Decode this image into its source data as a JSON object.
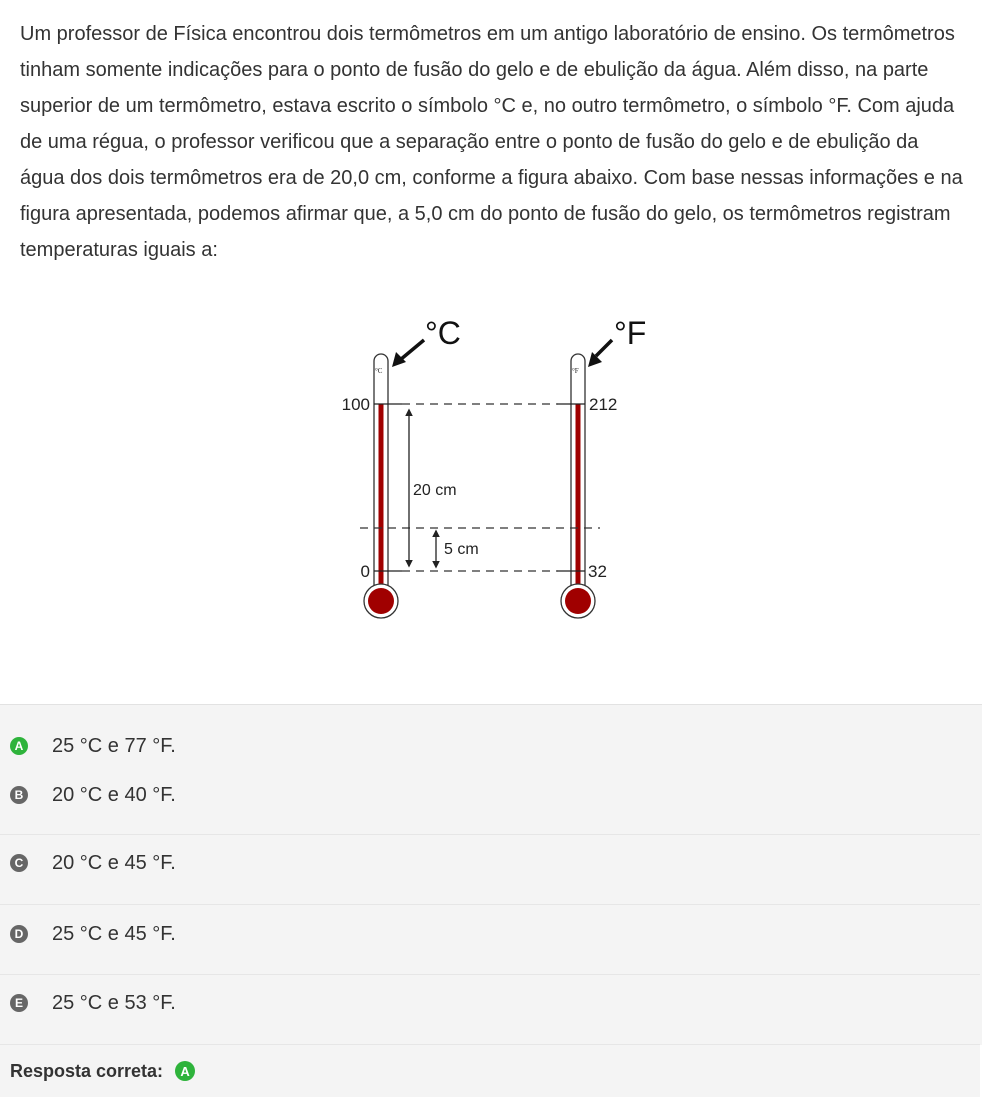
{
  "question": {
    "text": "Um professor de Física encontrou dois termômetros em um antigo laboratório de ensino. Os termômetros tinham somente indicações para o ponto de fusão do gelo e de ebulição da água. Além disso, na parte superior de um termômetro, estava escrito o símbolo °C e, no outro termômetro, o símbolo °F. Com ajuda de uma régua, o professor verificou que a separação entre o ponto de fusão do gelo e de ebulição da água dos dois termômetros era de 20,0 cm, conforme a figura abaixo. Com base nessas informações e na figura apresentada, podemos afirmar que, a 5,0 cm do ponto de fusão do gelo, os termômetros registram temperaturas iguais a:"
  },
  "figure": {
    "celsius_label": "°C",
    "fahrenheit_label": "°F",
    "celsius_small_label": "°C",
    "fahrenheit_small_label": "°F",
    "celsius_top": "100",
    "celsius_bottom": "0",
    "fahrenheit_top": "212",
    "fahrenheit_bottom": "32",
    "span_20": "20 cm",
    "span_5": "5 cm",
    "colors": {
      "mercury": "#a00000",
      "glass": "#ffffff",
      "outline": "#333333"
    }
  },
  "options": [
    {
      "letter": "A",
      "text": "25 °C e 77 °F.",
      "correct": true
    },
    {
      "letter": "B",
      "text": "20 °C e 40 °F.",
      "correct": false
    },
    {
      "letter": "C",
      "text": "20 °C e 45 °F.",
      "correct": false
    },
    {
      "letter": "D",
      "text": "25 °C e 45 °F.",
      "correct": false
    },
    {
      "letter": "E",
      "text": "25 °C e 53 °F.",
      "correct": false
    }
  ],
  "answer": {
    "label": "Resposta correta:",
    "letter": "A"
  },
  "colors": {
    "correct": "#2eb33b",
    "neutral_badge": "#666666",
    "options_bg": "#f4f4f4"
  }
}
